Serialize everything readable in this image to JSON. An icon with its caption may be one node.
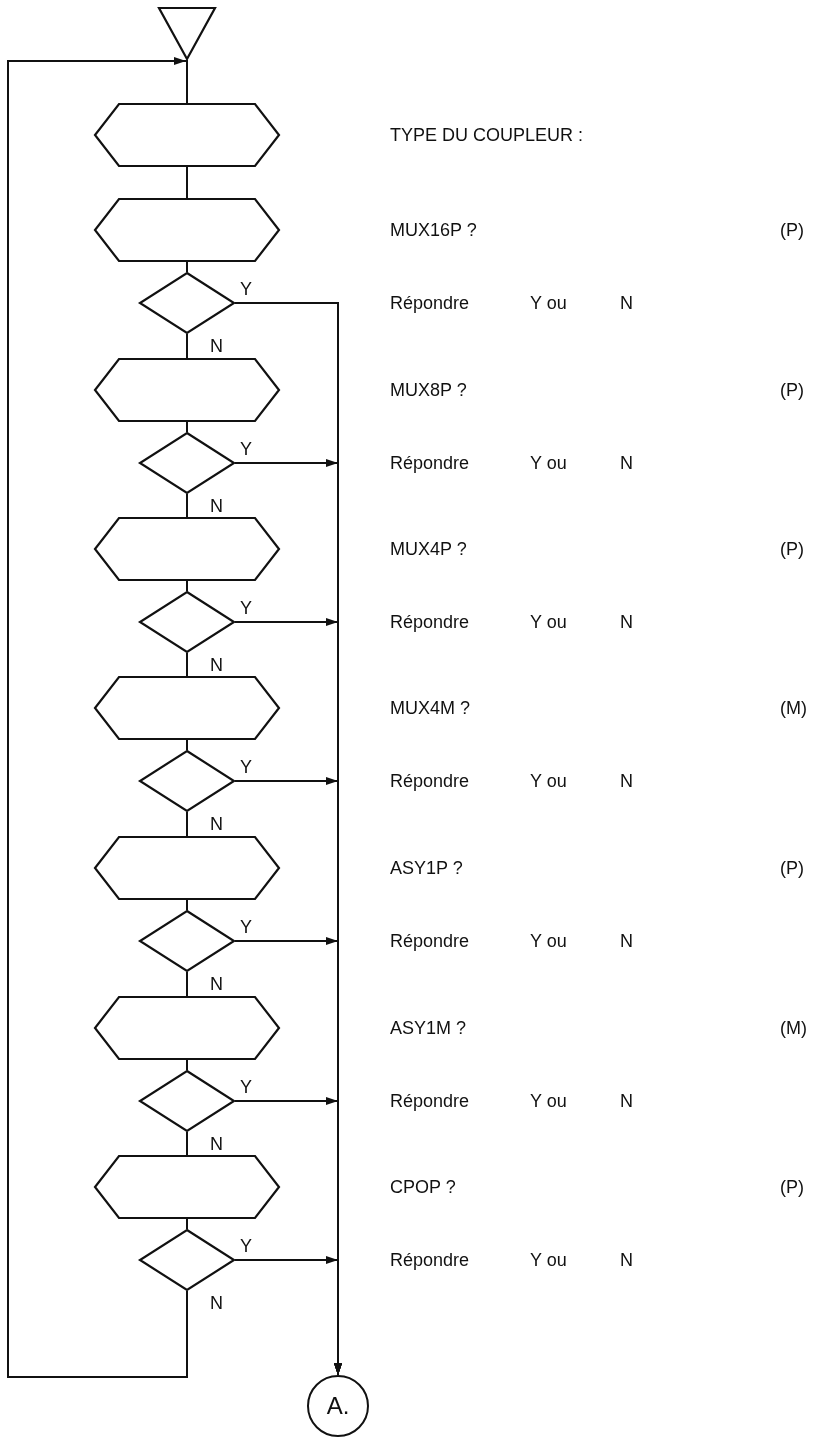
{
  "diagram": {
    "nodes": [
      {
        "text": [],
        "shape": "triangle"
      },
      {
        "text": [],
        "shape": "hexagon"
      },
      {
        "text": [],
        "shape": "hexagon"
      },
      {
        "text": [],
        "shape": "diamond"
      },
      {
        "text": [],
        "shape": "hexagon"
      },
      {
        "text": [],
        "shape": "diamond"
      },
      {
        "text": [],
        "shape": "hexagon"
      },
      {
        "text": [],
        "shape": "diamond"
      },
      {
        "text": [],
        "shape": "hexagon"
      },
      {
        "text": [],
        "shape": "diamond"
      },
      {
        "text": [],
        "shape": "hexagon"
      },
      {
        "text": [],
        "shape": "diamond"
      },
      {
        "text": [],
        "shape": "hexagon"
      },
      {
        "text": [],
        "shape": "diamond"
      },
      {
        "text": [],
        "shape": "hexagon"
      },
      {
        "text": [],
        "shape": "diamond"
      },
      {
        "text": [
          "A."
        ]
      }
    ],
    "edges": [
      {
        "from": 0,
        "to": 1,
        "arrow": "none"
      },
      {
        "from": 1,
        "to": 2,
        "arrow": "none"
      },
      {
        "from": 2,
        "to": 3,
        "arrow": "none"
      },
      {
        "from": 3,
        "to": 4,
        "arrow": "none",
        "label": "N"
      },
      {
        "from": 3,
        "to": 16,
        "arrow": "to",
        "label": "Y"
      },
      {
        "from": 4,
        "to": 5,
        "arrow": "none"
      },
      {
        "from": 5,
        "to": 6,
        "arrow": "none",
        "label": "N"
      },
      {
        "from": 5,
        "to": 16,
        "arrow": "to",
        "label": "Y"
      },
      {
        "from": 6,
        "to": 7,
        "arrow": "none"
      },
      {
        "from": 7,
        "to": 8,
        "arrow": "none",
        "label": "N"
      },
      {
        "from": 7,
        "to": 16,
        "arrow": "to",
        "label": "Y"
      },
      {
        "from": 8,
        "to": 9,
        "arrow": "none"
      },
      {
        "from": 9,
        "to": 10,
        "arrow": "none",
        "label": "N"
      },
      {
        "from": 9,
        "to": 16,
        "arrow": "to",
        "label": "Y"
      },
      {
        "from": 10,
        "to": 11,
        "arrow": "none"
      },
      {
        "from": 11,
        "to": 12,
        "arrow": "none",
        "label": "N"
      },
      {
        "from": 11,
        "to": 16,
        "arrow": "to",
        "label": "Y"
      },
      {
        "from": 12,
        "to": 13,
        "arrow": "none"
      },
      {
        "from": 13,
        "to": 14,
        "arrow": "none",
        "label": "N"
      },
      {
        "from": 13,
        "to": 16,
        "arrow": "to",
        "label": "Y"
      },
      {
        "from": 14,
        "to": 15,
        "arrow": "none"
      },
      {
        "from": 15,
        "to": 16,
        "arrow": "to",
        "label": "Y"
      },
      {
        "from": 15,
        "to": 0,
        "arrow": "to",
        "label": "N"
      }
    ],
    "labels": [
      "TYPE DU COUPLEUR :",
      "MUX16P ?",
      "(P)",
      "Répondre",
      "Y ou",
      "N",
      "MUX8P ?",
      "(P)",
      "Répondre",
      "Y ou",
      "N",
      "MUX4P ?",
      "(P)",
      "Répondre",
      "Y ou",
      "N",
      "MUX4M ?",
      "(M)",
      "Répondre",
      "Y ou",
      "N",
      "ASY1P ?",
      "(P)",
      "Répondre",
      "Y ou",
      "N",
      "ASY1M ?",
      "(M)",
      "Répondre",
      "Y ou",
      "N",
      "CPOP ?",
      "(P)",
      "Répondre",
      "Y ou",
      "N"
    ]
  }
}
